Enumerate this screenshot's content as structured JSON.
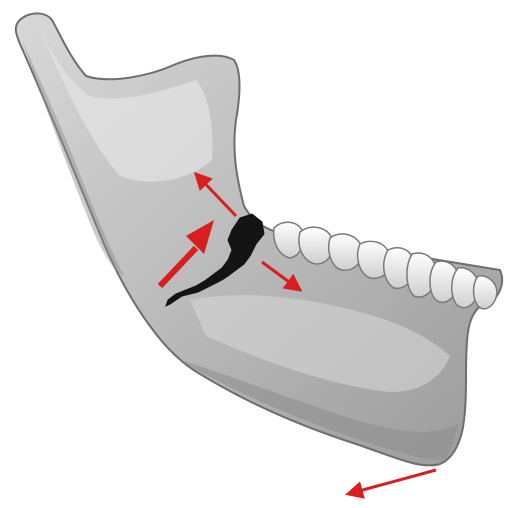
{
  "figure": {
    "subject": "mandible-fracture-illustration",
    "colors": {
      "background": "#ffffff",
      "bone_fill": "#b9b9b9",
      "bone_light": "#e2e2e2",
      "bone_shadow": "#8a8a8a",
      "bone_outline": "#6e6e6e",
      "teeth_fill": "#f3f3f3",
      "fracture": "#141414",
      "arrow": "#d81e1e"
    },
    "arrows": [
      {
        "name": "arrow-upward-condyle",
        "direction": "up-left"
      },
      {
        "name": "arrow-large-force",
        "direction": "up-right"
      },
      {
        "name": "arrow-right-displacement",
        "direction": "down-right"
      },
      {
        "name": "arrow-bottom-displacement",
        "direction": "down-left"
      }
    ]
  }
}
